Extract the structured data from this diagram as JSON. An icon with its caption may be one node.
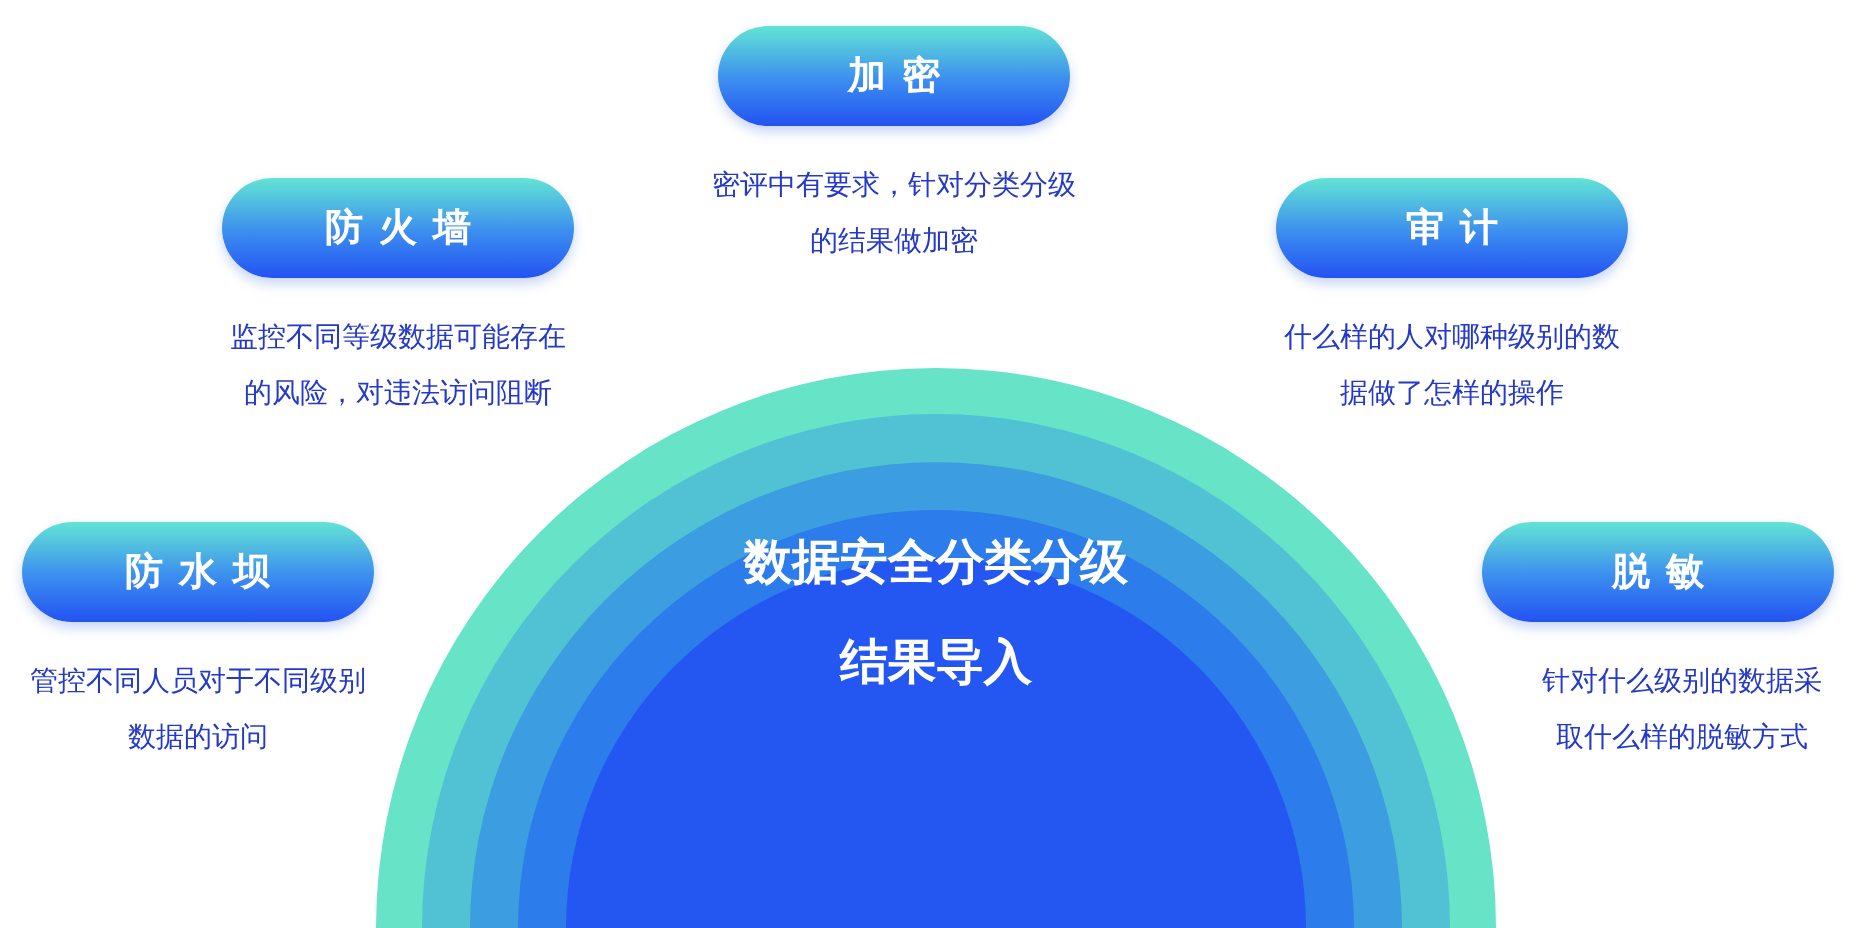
{
  "diagram": {
    "nodes": [
      {
        "text": [
          "加密"
        ]
      },
      {
        "text": [
          "防火墙"
        ]
      },
      {
        "text": [
          "审计"
        ]
      },
      {
        "text": [
          "防水坝"
        ]
      },
      {
        "text": [
          "脱敏"
        ]
      },
      {
        "text": [
          "数据安全分类分级结果导入"
        ]
      }
    ],
    "labels": [
      "密评中有要求，针对分类分级的结果做加密",
      "监控不同等级数据可能存在的风险，对违法访问阻断",
      "什么样的人对哪种级别的数据做了怎样的操作",
      "管控不同人员对于不同级别数据的访问",
      "针对什么级别的数据采取什么样的脱敏方式"
    ]
  }
}
